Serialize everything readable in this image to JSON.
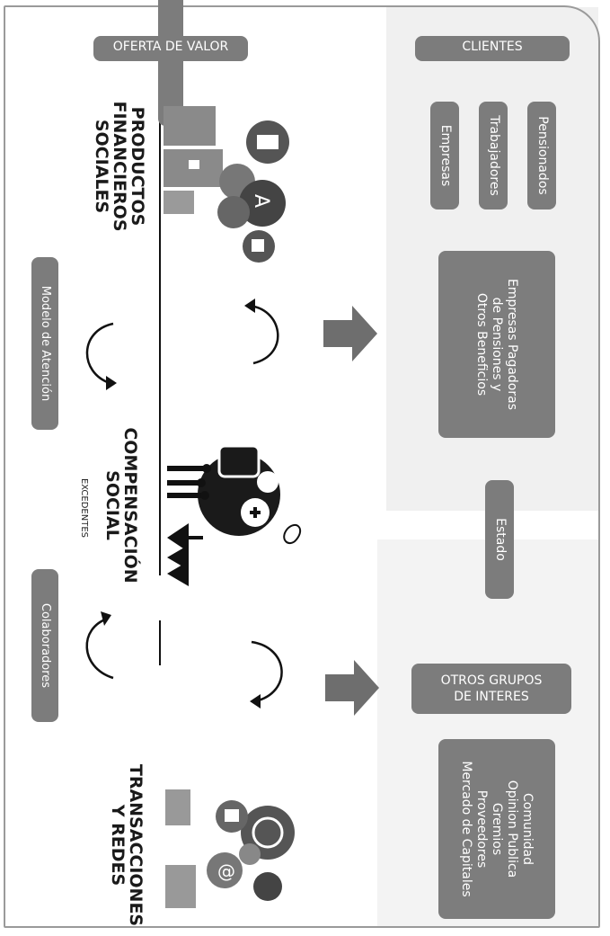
{
  "headers": {
    "oferta": "OFERTA DE VALOR",
    "clientes": "CLIENTES"
  },
  "clientes_items": [
    "Pensionados",
    "Trabajadores",
    "Empresas"
  ],
  "empresas_pagadoras": [
    "Empresas Pagadoras",
    "de Pensiones y",
    "Otros Beneficios"
  ],
  "estado": "Estado",
  "otros_grupos": [
    "OTROS GRUPOS",
    "DE INTERES"
  ],
  "otros_lista": [
    "Comunidad",
    "Opinion Publica",
    "Gremios",
    "Proveedores",
    "Mercado de Capitales"
  ],
  "productos": [
    "PRODUCTOS",
    "FINANCIEROS",
    "SOCIALES"
  ],
  "compensacion": [
    "COMPENSACIÓN",
    "SOCIAL"
  ],
  "excedentes": "EXCEDENTES",
  "transacciones": [
    "TRANSACCIONES",
    "Y REDES"
  ],
  "modelo": "Modelo de Atención",
  "colaboradores": "Colaboradores",
  "colors": {
    "pill": "#7c7c7c",
    "box": "#7d7d7d",
    "arrow": "#6e6e6e",
    "text": "#1a1a1a"
  }
}
